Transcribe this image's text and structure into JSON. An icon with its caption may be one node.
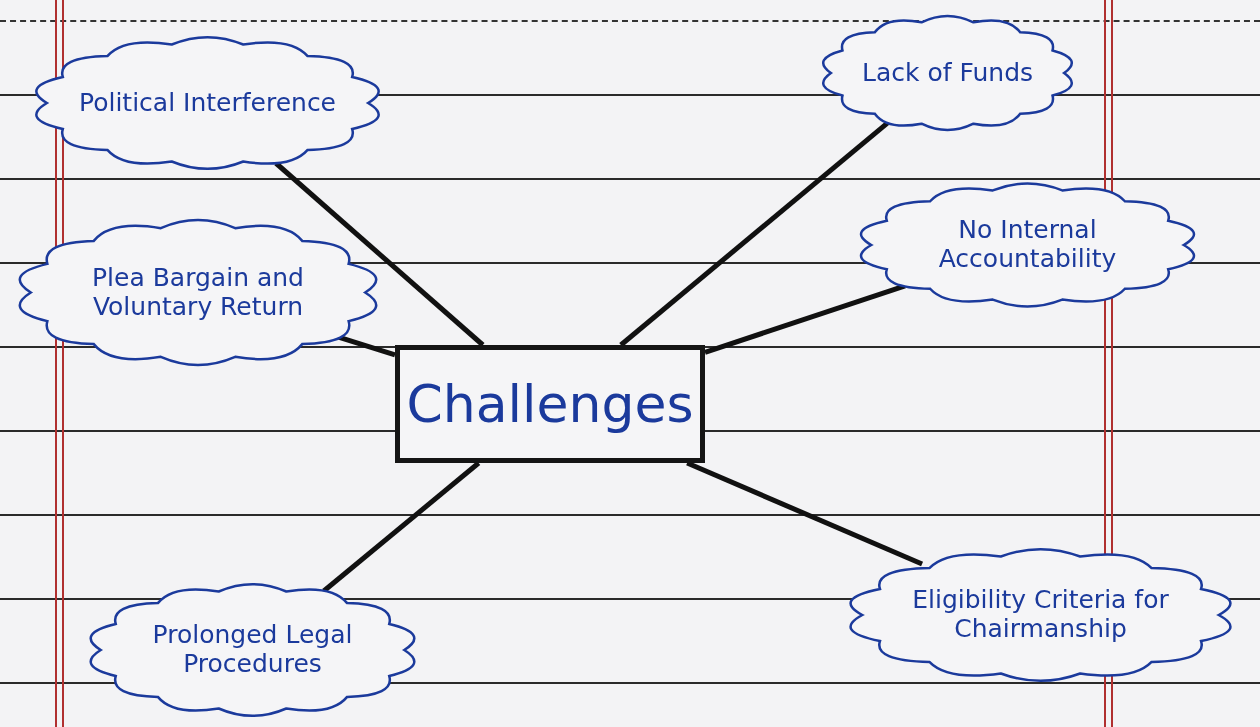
{
  "diagram": {
    "nodes": [
      {
        "text": [
          "Challenges"
        ]
      },
      {
        "text": [
          "Political Interference"
        ]
      },
      {
        "text": [
          "Lack of Funds"
        ]
      },
      {
        "text": [
          "No Internal Accountability"
        ]
      },
      {
        "text": [
          "Plea Bargain and Voluntary Return"
        ]
      },
      {
        "text": [
          "Prolonged Legal Procedures"
        ]
      },
      {
        "text": [
          "Eligibility Criteria for Chairmanship"
        ]
      }
    ],
    "edges": [
      {
        "from": 0,
        "to": 1,
        "arrow": "none"
      },
      {
        "from": 0,
        "to": 2,
        "arrow": "none"
      },
      {
        "from": 0,
        "to": 3,
        "arrow": "none"
      },
      {
        "from": 0,
        "to": 4,
        "arrow": "none"
      },
      {
        "from": 0,
        "to": 5,
        "arrow": "none"
      },
      {
        "from": 0,
        "to": 6,
        "arrow": "none"
      }
    ]
  }
}
